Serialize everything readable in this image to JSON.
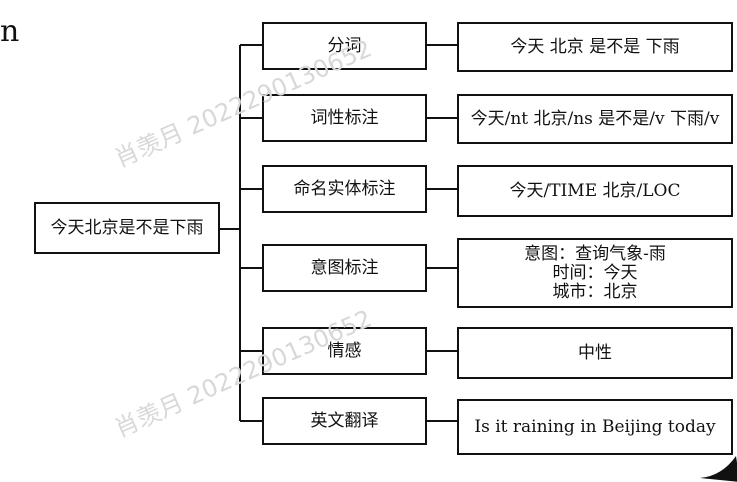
{
  "stray_text": "n",
  "watermark_text": "肖羡月 2022290130652",
  "root": {
    "label": "今天北京是不是下雨"
  },
  "tasks": [
    {
      "label": "分词",
      "result": [
        "今天 北京 是不是 下雨"
      ]
    },
    {
      "label": "词性标注",
      "result": [
        "今天/nt 北京/ns 是不是/v 下雨/v"
      ]
    },
    {
      "label": "命名实体标注",
      "result": [
        "今天/TIME 北京/LOC"
      ]
    },
    {
      "label": "意图标注",
      "result": [
        "意图：查询气象-雨",
        "时间：今天",
        "城市：北京"
      ]
    },
    {
      "label": "情感",
      "result": [
        "中性"
      ]
    },
    {
      "label": "英文翻译",
      "result": [
        "Is it raining in Beijing today"
      ]
    }
  ]
}
